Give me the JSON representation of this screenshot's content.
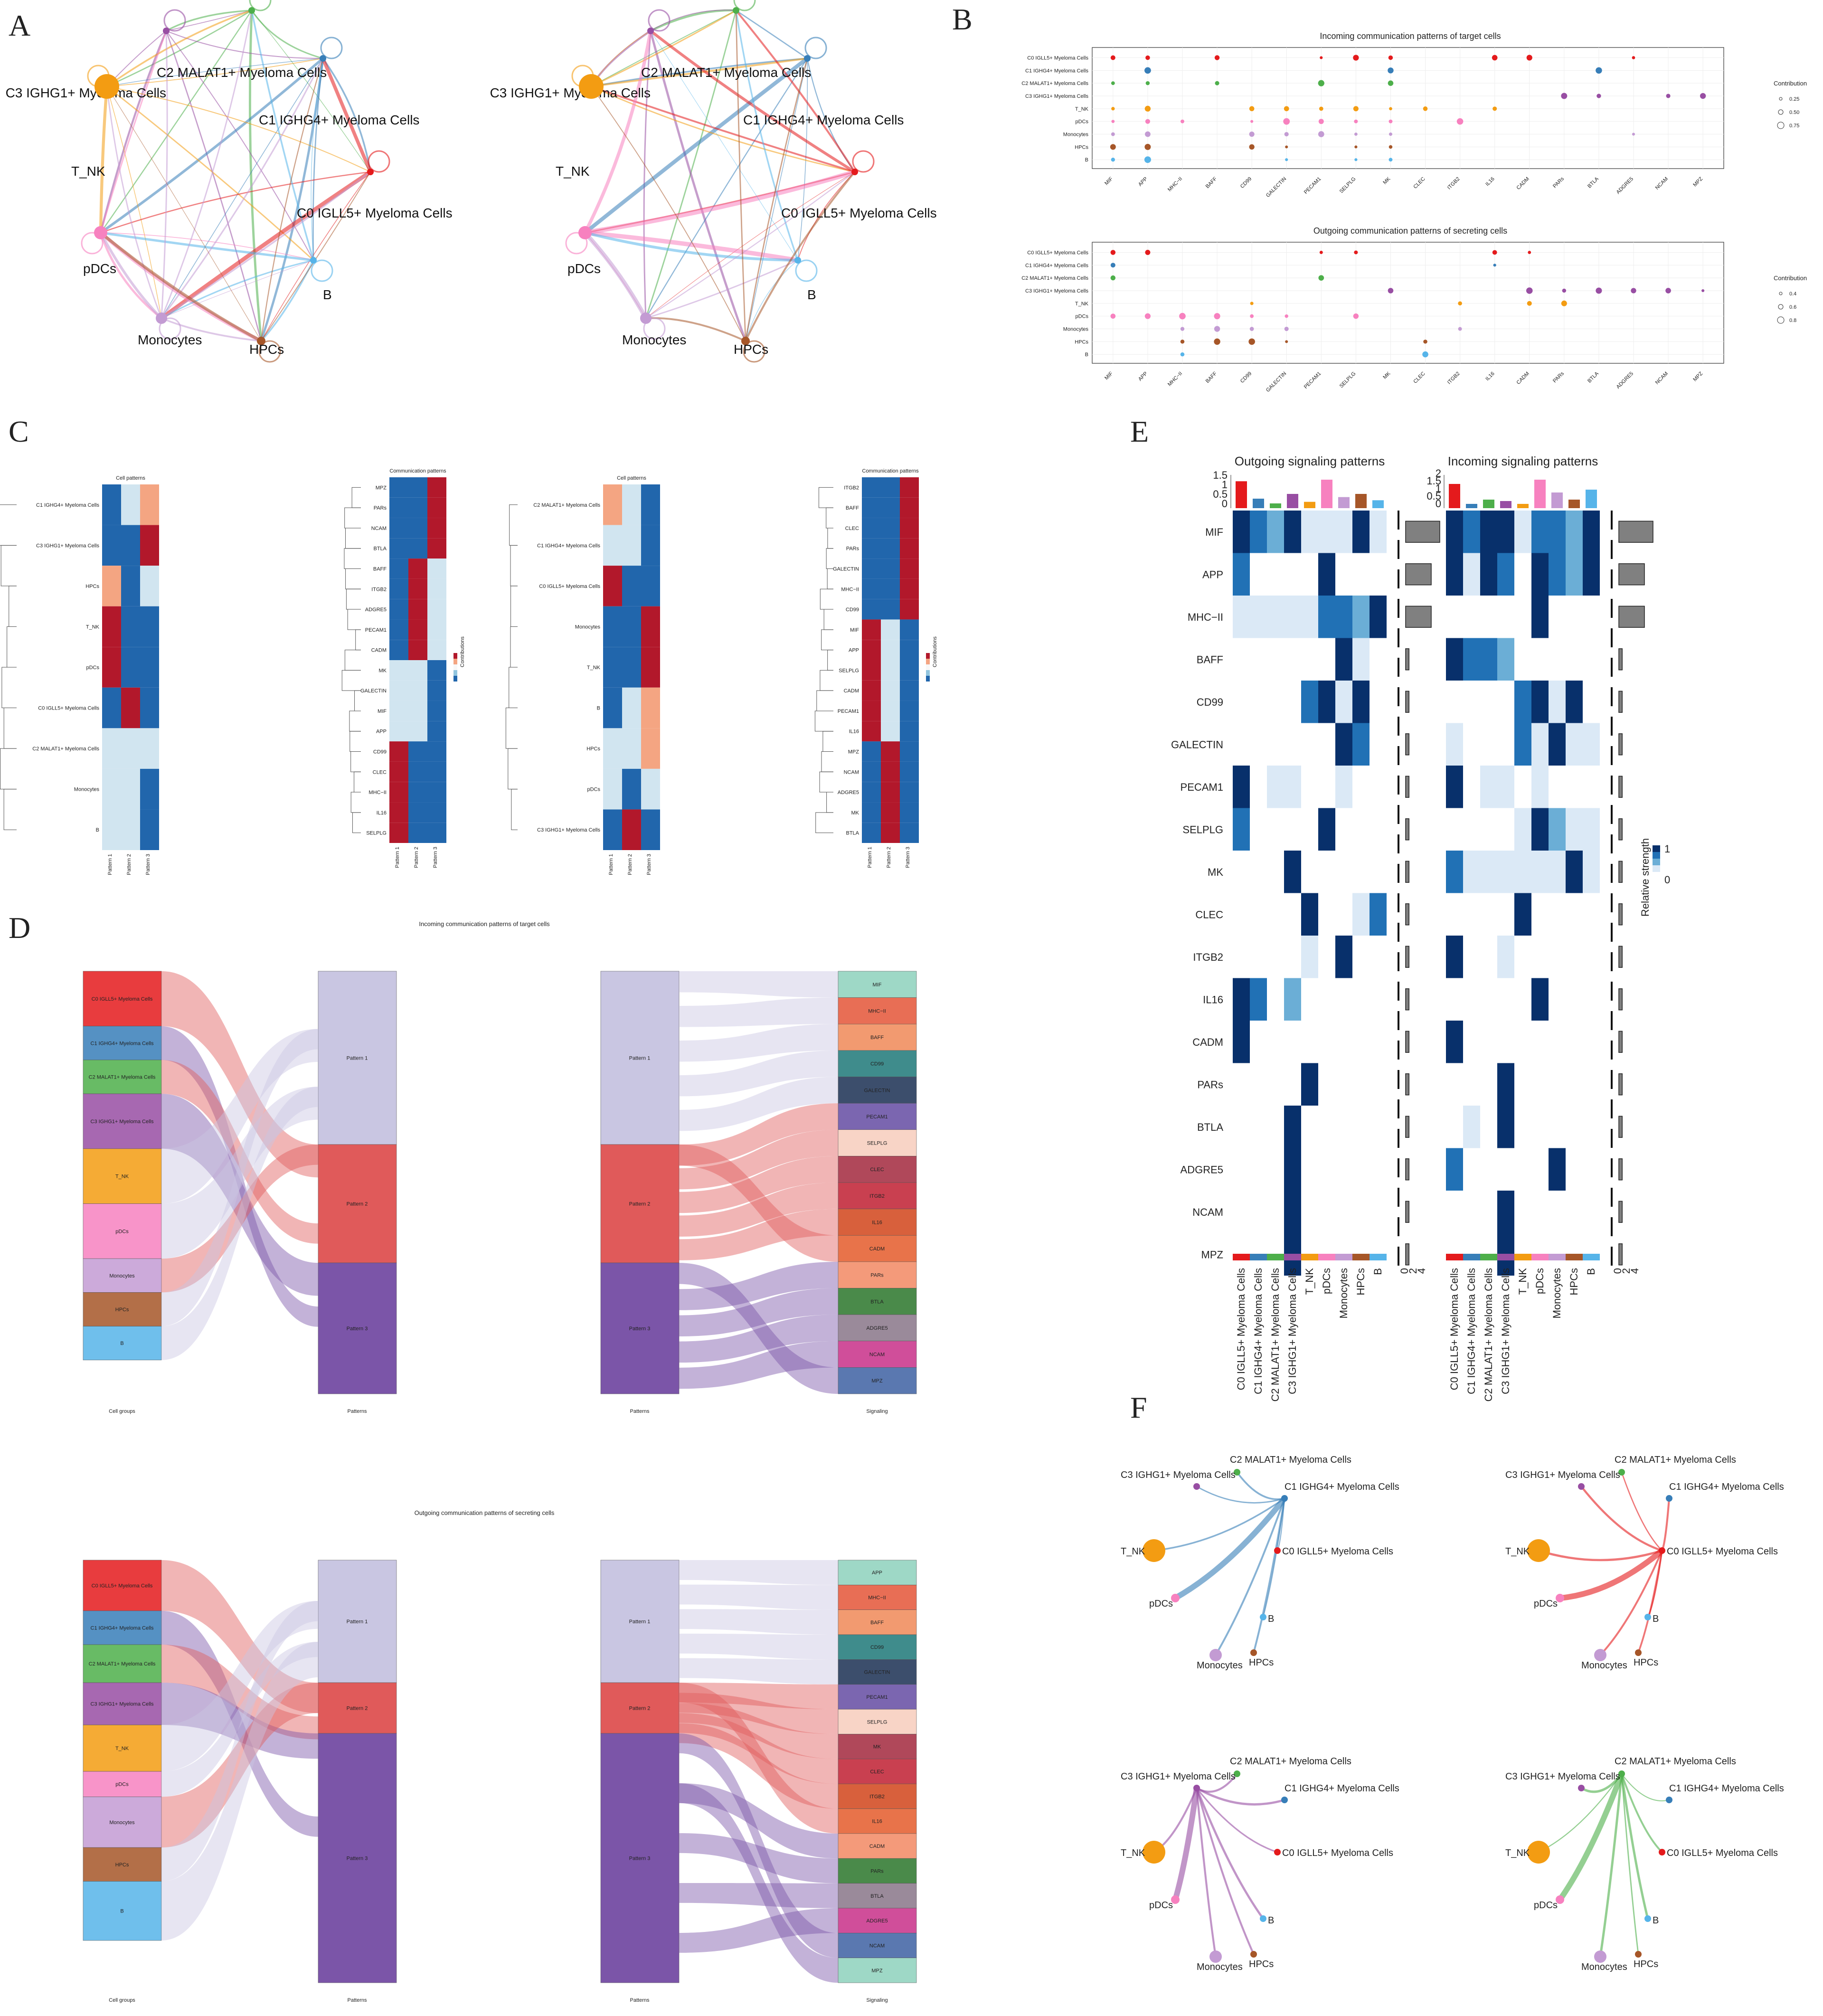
{
  "panels": {
    "a": "A",
    "b": "B",
    "c": "C",
    "d": "D",
    "e": "E",
    "f": "F"
  },
  "colors": {
    "c0": "#e41a1c",
    "c1": "#377eb8",
    "c2": "#4daf4a",
    "c3": "#984ea3",
    "tnk": "#f39c12",
    "pdc": "#f781bf",
    "mono": "#c39bd3",
    "hpc": "#a65628",
    "b": "#56b4e9"
  },
  "network_nodes": [
    "C2 MALAT1+ Myeloma Cells",
    "C3 IGHG1+ Myeloma Cells",
    "C1 IGHG4+ Myeloma Cells",
    "T_NK",
    "C0 IGLL5+ Myeloma Cells",
    "pDCs",
    "B",
    "Monocytes",
    "HPCs"
  ],
  "panel_b": {
    "incoming_title": "Incoming communication patterns of target cells",
    "outgoing_title": "Outgoing communication patterns of secreting cells",
    "rows": [
      "C0 IGLL5+ Myeloma Cells",
      "C1 IGHG4+ Myeloma Cells",
      "C2 MALAT1+ Myeloma Cells",
      "C3 IGHG1+ Myeloma Cells",
      "T_NK",
      "pDCs",
      "Monocytes",
      "HPCs",
      "B"
    ],
    "cols": [
      "MIF",
      "APP",
      "MHC−II",
      "BAFF",
      "CD99",
      "GALECTIN",
      "PECAM1",
      "SELPLG",
      "MK",
      "CLEC",
      "ITGB2",
      "IL16",
      "CADM",
      "PARs",
      "BTLA",
      "ADGRE5",
      "NCAM",
      "MPZ"
    ],
    "legend_title": "Contribution",
    "legend_in": [
      "0.25",
      "0.50",
      "0.75"
    ],
    "legend_out": [
      "0.4",
      "0.6",
      "0.8"
    ]
  },
  "panel_c": {
    "cell_title": "Cell patterns",
    "comm_title": "Communication patterns",
    "legend_label": "Contributions",
    "patterns": [
      "Pattern 1",
      "Pattern 2",
      "Pattern 3"
    ],
    "out_cells": [
      "C1 IGHG4+ Myeloma Cells",
      "C3 IGHG1+ Myeloma Cells",
      "HPCs",
      "T_NK",
      "pDCs",
      "C0 IGLL5+ Myeloma Cells",
      "C2 MALAT1+ Myeloma Cells",
      "Monocytes",
      "B"
    ],
    "out_signals": [
      "MPZ",
      "PARs",
      "NCAM",
      "BTLA",
      "BAFF",
      "ITGB2",
      "ADGRE5",
      "PECAM1",
      "CADM",
      "MK",
      "GALECTIN",
      "MIF",
      "APP",
      "CD99",
      "CLEC",
      "MHC−II",
      "IL16",
      "SELPLG"
    ],
    "in_cells": [
      "C2 MALAT1+ Myeloma Cells",
      "C1 IGHG4+ Myeloma Cells",
      "C0 IGLL5+ Myeloma Cells",
      "Monocytes",
      "T_NK",
      "B",
      "HPCs",
      "pDCs",
      "C3 IGHG1+ Myeloma Cells"
    ],
    "in_signals": [
      "ITGB2",
      "BAFF",
      "CLEC",
      "PARs",
      "GALECTIN",
      "MHC−II",
      "CD99",
      "MIF",
      "APP",
      "SELPLG",
      "CADM",
      "PECAM1",
      "IL16",
      "MPZ",
      "NCAM",
      "ADGRE5",
      "MK",
      "BTLA"
    ]
  },
  "panel_d": {
    "incoming_title": "Incoming communication patterns of target cells",
    "outgoing_title": "Outgoing communication patterns of secreting cells",
    "axis_cell": "Cell groups",
    "axis_pat": "Patterns",
    "axis_sig": "Signaling",
    "cells": [
      "C0 IGLL5+ Myeloma Cells",
      "C1 IGHG4+ Myeloma Cells",
      "C2 MALAT1+ Myeloma Cells",
      "C3 IGHG1+ Myeloma Cells",
      "T_NK",
      "pDCs",
      "Monocytes",
      "HPCs",
      "B"
    ],
    "patterns": [
      "Pattern 1",
      "Pattern 2",
      "Pattern 3"
    ],
    "in_signals": [
      "MIF",
      "MHC−II",
      "BAFF",
      "CD99",
      "GALECTIN",
      "PECAM1",
      "SELPLG",
      "CLEC",
      "ITGB2",
      "IL16",
      "CADM",
      "PARs",
      "BTLA",
      "ADGRE5",
      "NCAM",
      "MPZ"
    ],
    "out_signals": [
      "APP",
      "MHC−II",
      "BAFF",
      "CD99",
      "GALECTIN",
      "PECAM1",
      "SELPLG",
      "MK",
      "CLEC",
      "ITGB2",
      "IL16",
      "CADM",
      "PARs",
      "BTLA",
      "ADGRE5",
      "NCAM",
      "MPZ"
    ]
  },
  "panel_e": {
    "out_title": "Outgoing signaling patterns",
    "in_title": "Incoming signaling patterns",
    "signals": [
      "MIF",
      "APP",
      "MHC−II",
      "BAFF",
      "CD99",
      "GALECTIN",
      "PECAM1",
      "SELPLG",
      "MK",
      "CLEC",
      "ITGB2",
      "IL16",
      "CADM",
      "PARs",
      "BTLA",
      "ADGRE5",
      "NCAM",
      "MPZ"
    ],
    "cells": [
      "C0 IGLL5+ Myeloma Cells",
      "C1 IGHG4+ Myeloma Cells",
      "C2 MALAT1+ Myeloma Cells",
      "C3 IGHG1+ Myeloma Cells",
      "T_NK",
      "pDCs",
      "Monocytes",
      "HPCs",
      "B"
    ],
    "legend_title": "Relative strength",
    "legend_max": "1",
    "legend_min": "0",
    "top_ticks_out": [
      "0",
      "0.5",
      "1",
      "1.5"
    ],
    "top_ticks_in": [
      "0",
      "0.5",
      "1",
      "1.5",
      "2"
    ],
    "side_ticks": [
      "0",
      "2",
      "4"
    ]
  },
  "panel_f": {
    "nodes": [
      "C2 MALAT1+ Myeloma Cells",
      "C3 IGHG1+ Myeloma Cells",
      "C1 IGHG4+ Myeloma Cells",
      "T_NK",
      "C0 IGLL5+ Myeloma Cells",
      "pDCs",
      "B",
      "Monocytes",
      "HPCs"
    ]
  }
}
